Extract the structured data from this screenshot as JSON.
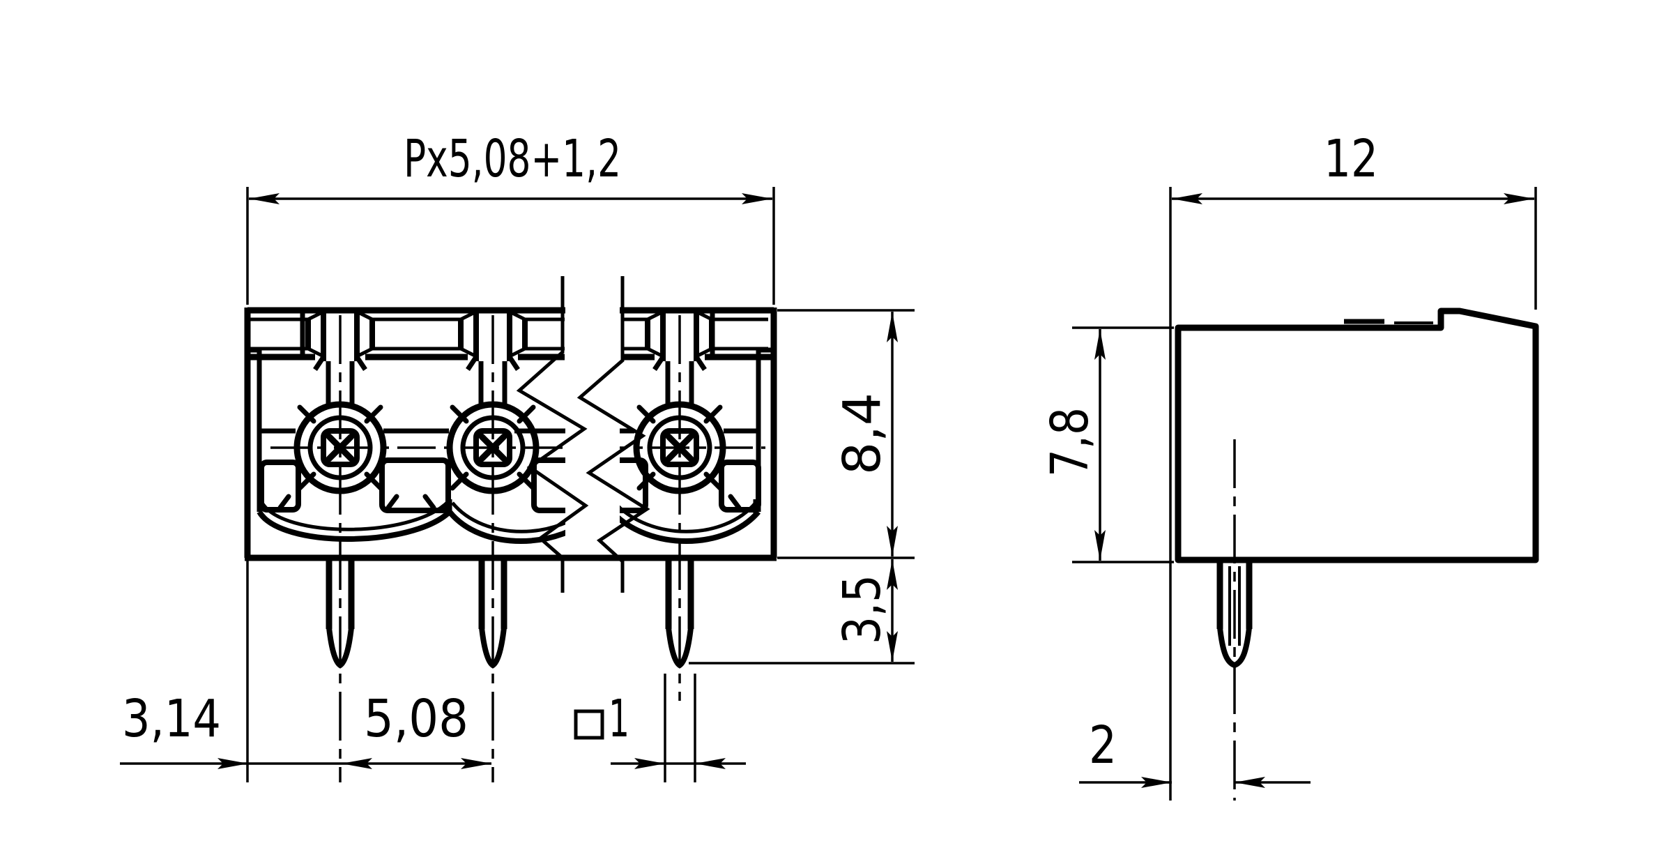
{
  "page": {
    "background": "#ffffff",
    "ink": "#000000",
    "kind": "technical dimension drawing of a PCB terminal-block pin header, two orthographic views"
  },
  "views": {
    "front": {
      "id": "front-view",
      "screw_terminals_shown": 3,
      "pins_shown": 3,
      "has_break_lines": true
    },
    "side": {
      "id": "side-view",
      "pins_shown": 1
    }
  },
  "dimensions": {
    "pitch_overall": {
      "label": "Px5,08+1,2",
      "orientation": "horizontal"
    },
    "side_width": {
      "label": "12",
      "orientation": "horizontal"
    },
    "body_height": {
      "label": "8,4",
      "orientation": "vertical"
    },
    "pin_protrusion": {
      "label": "3,5",
      "orientation": "vertical"
    },
    "side_body_height": {
      "label": "7,8",
      "orientation": "vertical"
    },
    "edge_to_pin": {
      "label": "3,14",
      "orientation": "horizontal"
    },
    "pin_pitch": {
      "label": "5,08",
      "orientation": "horizontal"
    },
    "pin_cross_section": {
      "label": "□1",
      "symbol": "square",
      "value": "1",
      "orientation": "horizontal"
    },
    "side_edge_to_pin": {
      "label": "2",
      "orientation": "horizontal"
    }
  }
}
